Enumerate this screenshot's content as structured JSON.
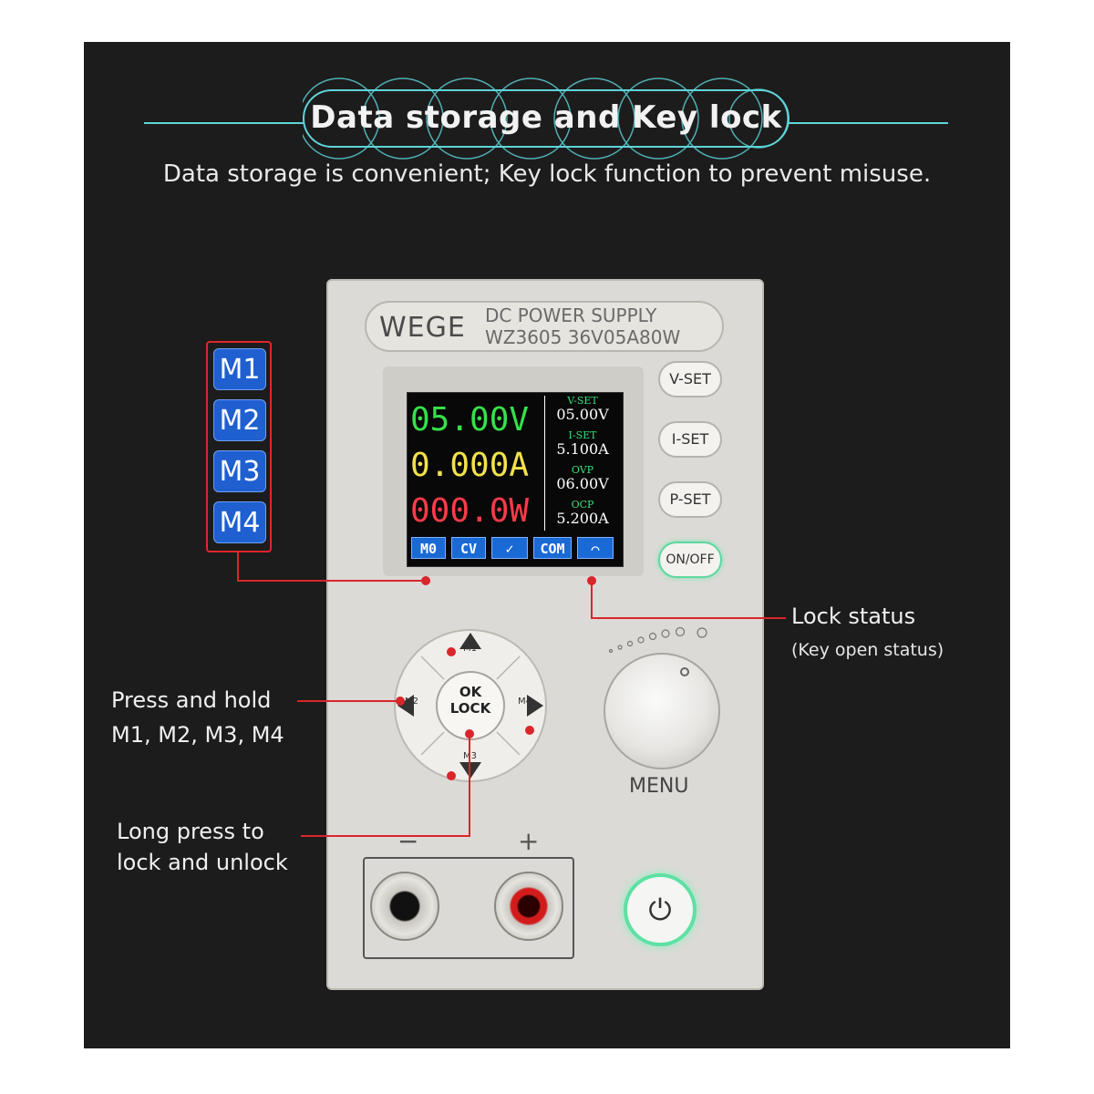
{
  "header": {
    "title": "Data storage and Key lock",
    "subtitle": "Data storage is convenient; Key lock function to prevent misuse."
  },
  "device": {
    "brand": "WEGE",
    "model_line1": "DC POWER SUPPLY",
    "model_line2": "WZ3605  36V05A80W",
    "screen": {
      "voltage": "05.00V",
      "current": "0.000A",
      "power": "000.0W",
      "vset_label": "V-SET",
      "vset_value": "05.00V",
      "iset_label": "I-SET",
      "iset_value": "5.100A",
      "ovp_label": "OVP",
      "ovp_value": "06.00V",
      "ocp_label": "OCP",
      "ocp_value": "5.200A",
      "status": [
        "M0",
        "CV",
        "✓",
        "COM",
        "⌒"
      ]
    },
    "buttons": {
      "vset": "V-SET",
      "iset": "I-SET",
      "pset": "P-SET",
      "onoff": "ON/OFF"
    },
    "dpad": {
      "ok_line1": "OK",
      "ok_line2": "LOCK",
      "m1": "M1",
      "m2": "M2",
      "m3": "M3",
      "m4": "M4"
    },
    "knob_label": "MENU",
    "minus_label": "−",
    "plus_label": "+"
  },
  "memory_buttons": [
    "M1",
    "M2",
    "M3",
    "M4"
  ],
  "callouts": {
    "lock_status": "Lock status",
    "lock_status_sub": "(Key open status)",
    "press_hold_1": "Press and hold",
    "press_hold_2": "M1, M2, M3, M4",
    "long_press_1": "Long press to",
    "long_press_2": "lock and unlock"
  },
  "colors": {
    "accent_cyan": "#5fd3d8",
    "callout_red": "#d9262b",
    "voltage_green": "#37e04a",
    "current_yellow": "#f3e24a",
    "power_red": "#ff3b4a",
    "memory_blue": "#1f5fd0"
  }
}
